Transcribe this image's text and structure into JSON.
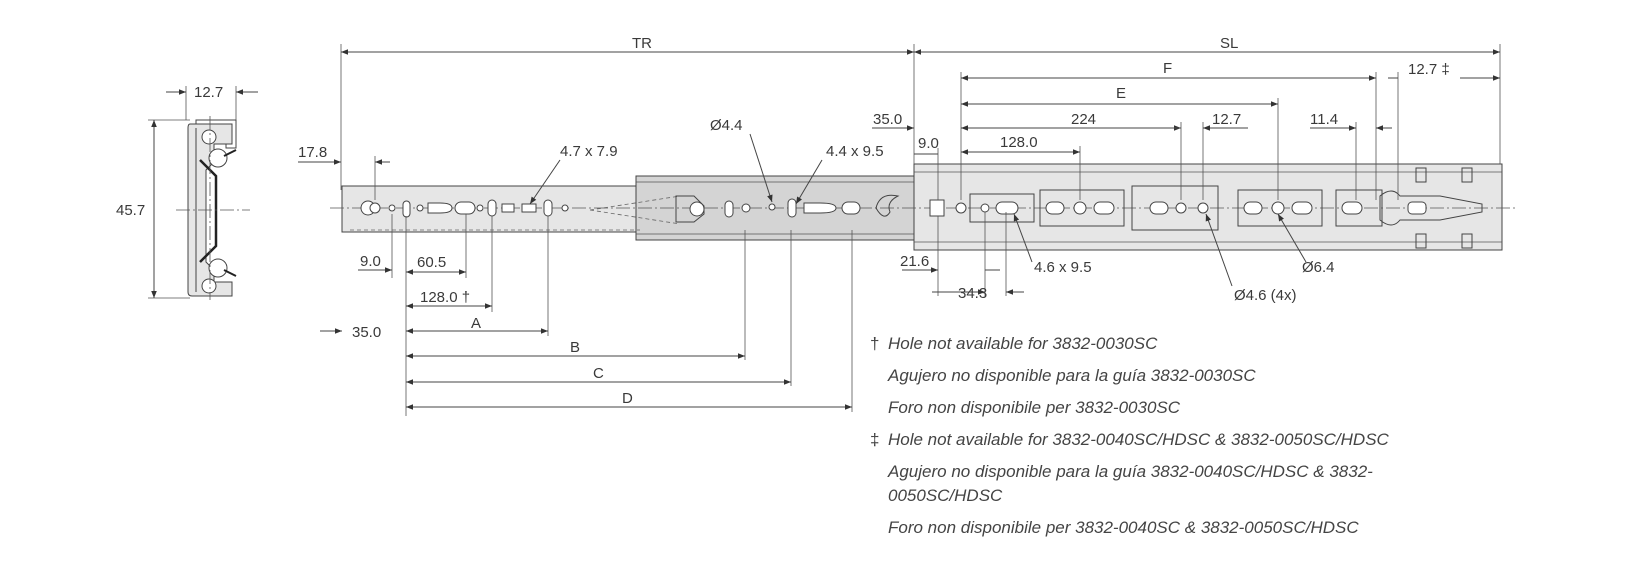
{
  "dimensions": {
    "tr": "TR",
    "sl": "SL",
    "f": "F",
    "e": "E",
    "a": "A",
    "b": "B",
    "c": "C",
    "d": "D",
    "d_12_7_top": "12.7",
    "d_45_7": "45.7",
    "d_17_8": "17.8",
    "d_9_0_left": "9.0",
    "d_60_5": "60.5",
    "d_128_0_dagger": "128.0 †",
    "d_35_0_left": "35.0",
    "d_4_7x7_9": "4.7 x 7.9",
    "d_dia_4_4": "Ø4.4",
    "d_4_4x9_5": "4.4 x 9.5",
    "d_35_0_mid": "35.0",
    "d_9_0_mid": "9.0",
    "d_224": "224",
    "d_128_0": "128.0",
    "d_12_7_mid": "12.7",
    "d_11_4": "11.4",
    "d_12_7_ddagger": "12.7 ‡",
    "d_21_6": "21.6",
    "d_34_3": "34.3",
    "d_4_6x9_5": "4.6 x 9.5",
    "d_dia_6_4": "Ø6.4",
    "d_dia_4_6_4x": "Ø4.6 (4x)"
  },
  "notes": [
    {
      "mark": "†",
      "text": "Hole not available for 3832-0030SC"
    },
    {
      "mark": "",
      "text": "Agujero no disponible para la guía 3832-0030SC"
    },
    {
      "mark": "",
      "text": "Foro non disponibile per 3832-0030SC"
    },
    {
      "mark": "‡",
      "text": "Hole not available for 3832-0040SC/HDSC & 3832-0050SC/HDSC"
    },
    {
      "mark": "",
      "text": "Agujero no disponible para la guía 3832-0040SC/HDSC & 3832-0050SC/HDSC"
    },
    {
      "mark": "",
      "text": "Foro non disponibile per 3832-0040SC & 3832-0050SC/HDSC"
    }
  ]
}
